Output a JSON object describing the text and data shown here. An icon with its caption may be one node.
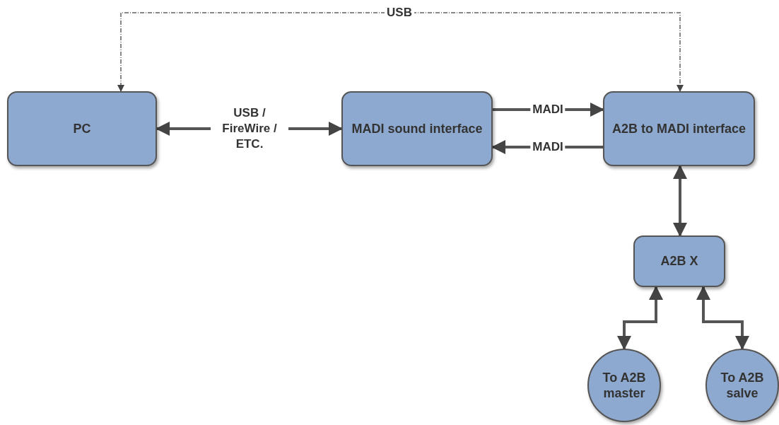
{
  "diagram": {
    "nodes": [
      {
        "text": [
          "PC"
        ]
      },
      {
        "text": [
          "MADI sound interface"
        ]
      },
      {
        "text": [
          "A2B to MADI interface"
        ]
      },
      {
        "text": [
          "A2B X"
        ]
      },
      {
        "text": [
          "To A2B master"
        ]
      },
      {
        "text": [
          "To A2B salve"
        ]
      }
    ],
    "edges": [
      {
        "from": 2,
        "to": 0,
        "arrow": "both",
        "label": "USB",
        "style": "dashed"
      },
      {
        "from": 0,
        "to": 1,
        "arrow": "both",
        "label": "USB / FireWire / ETC."
      },
      {
        "from": 1,
        "to": 2,
        "arrow": "to",
        "label": "MADI"
      },
      {
        "from": 2,
        "to": 1,
        "arrow": "to",
        "label": "MADI"
      },
      {
        "from": 2,
        "to": 3,
        "arrow": "both"
      },
      {
        "from": 3,
        "to": 4,
        "arrow": "both"
      },
      {
        "from": 3,
        "to": 5,
        "arrow": "both"
      }
    ]
  }
}
